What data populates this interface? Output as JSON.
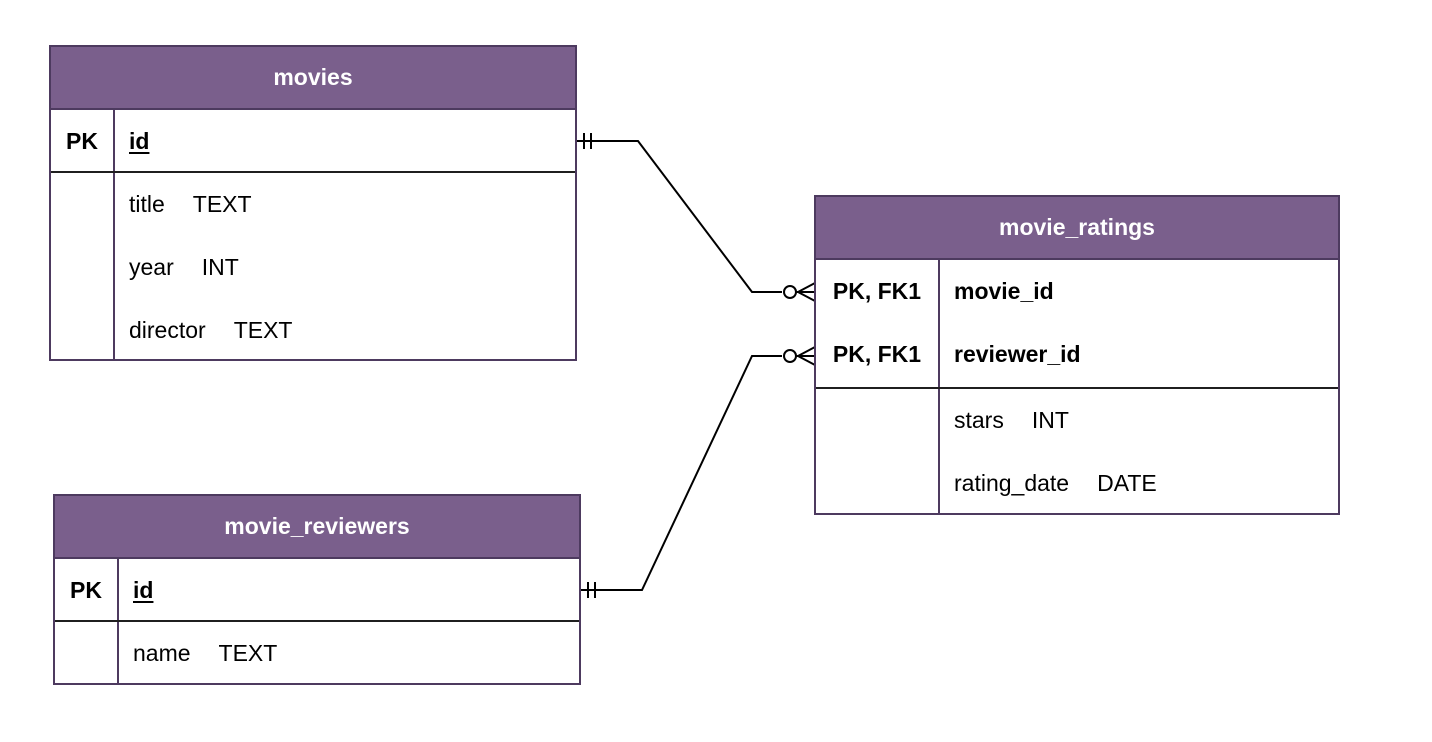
{
  "entities": {
    "movies": {
      "title": "movies",
      "pk": {
        "key": "PK",
        "name": "id"
      },
      "attributes": [
        {
          "name": "title",
          "type": "TEXT"
        },
        {
          "name": "year",
          "type": "INT"
        },
        {
          "name": "director",
          "type": "TEXT"
        }
      ]
    },
    "movie_ratings": {
      "title": "movie_ratings",
      "pks": [
        {
          "key": "PK, FK1",
          "name": "movie_id"
        },
        {
          "key": "PK, FK1",
          "name": "reviewer_id"
        }
      ],
      "attributes": [
        {
          "name": "stars",
          "type": "INT"
        },
        {
          "name": "rating_date",
          "type": "DATE"
        }
      ]
    },
    "movie_reviewers": {
      "title": "movie_reviewers",
      "pk": {
        "key": "PK",
        "name": "id"
      },
      "attributes": [
        {
          "name": "name",
          "type": "TEXT"
        }
      ]
    }
  },
  "relationships": [
    {
      "from": "movies.id",
      "to": "movie_ratings.movie_id",
      "from_cardinality": "exactly-one",
      "to_cardinality": "zero-or-many"
    },
    {
      "from": "movie_reviewers.id",
      "to": "movie_ratings.reviewer_id",
      "from_cardinality": "exactly-one",
      "to_cardinality": "zero-or-many"
    }
  ],
  "colors": {
    "header_fill": "#7a5f8c",
    "border": "#4d3a5f",
    "line": "#000000"
  }
}
